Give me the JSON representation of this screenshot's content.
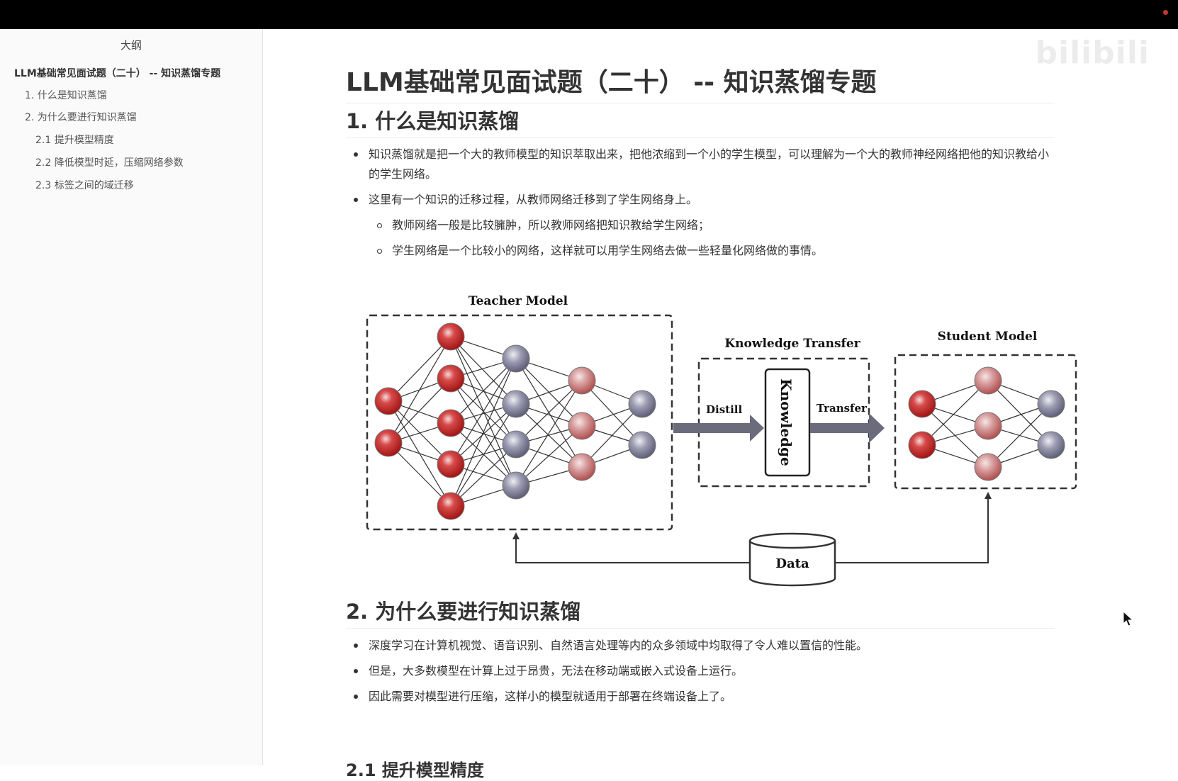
{
  "sidebar": {
    "title": "大纲",
    "items": [
      {
        "label": "LLM基础常见面试题（二十） -- 知识蒸馏专题"
      },
      {
        "label": "1. 什么是知识蒸馏"
      },
      {
        "label": "2. 为什么要进行知识蒸馏"
      },
      {
        "label": "2.1 提升模型精度"
      },
      {
        "label": "2.2 降低模型时延，压缩网络参数"
      },
      {
        "label": "2.3 标签之间的域迁移"
      }
    ]
  },
  "watermark": {
    "logo": "bilibili"
  },
  "doc": {
    "title": "LLM基础常见面试题（二十） -- 知识蒸馏专题",
    "sec1": {
      "heading": "1. 什么是知识蒸馏",
      "bullets": [
        "知识蒸馏就是把一个大的教师模型的知识萃取出来，把他浓缩到一个小的学生模型，可以理解为一个大的教师神经网络把他的知识教给小的学生网络。",
        "这里有一个知识的迁移过程，从教师网络迁移到了学生网络身上。",
        "教师网络一般是比较臃肿，所以教师网络把知识教给学生网络；",
        "学生网络是一个比较小的网络，这样就可以用学生网络去做一些轻量化网络做的事情。"
      ]
    },
    "figure": {
      "teacher_label": "Teacher Model",
      "transfer_label": "Knowledge Transfer",
      "student_label": "Student Model",
      "distill_label": "Distill",
      "transfer_arrow_label": "Transfer",
      "knowledge_label": "Knowledge",
      "data_label": "Data"
    },
    "sec2": {
      "heading": "2. 为什么要进行知识蒸馏",
      "bullets": [
        "深度学习在计算机视觉、语音识别、自然语言处理等内的众多领域中均取得了令人难以置信的性能。",
        "但是，大多数模型在计算上过于昂贵，无法在移动端或嵌入式设备上运行。",
        "因此需要对模型进行压缩，这样小的模型就适用于部署在终端设备上了。"
      ]
    },
    "sec21": {
      "heading": "2.1 提升模型精度"
    }
  }
}
